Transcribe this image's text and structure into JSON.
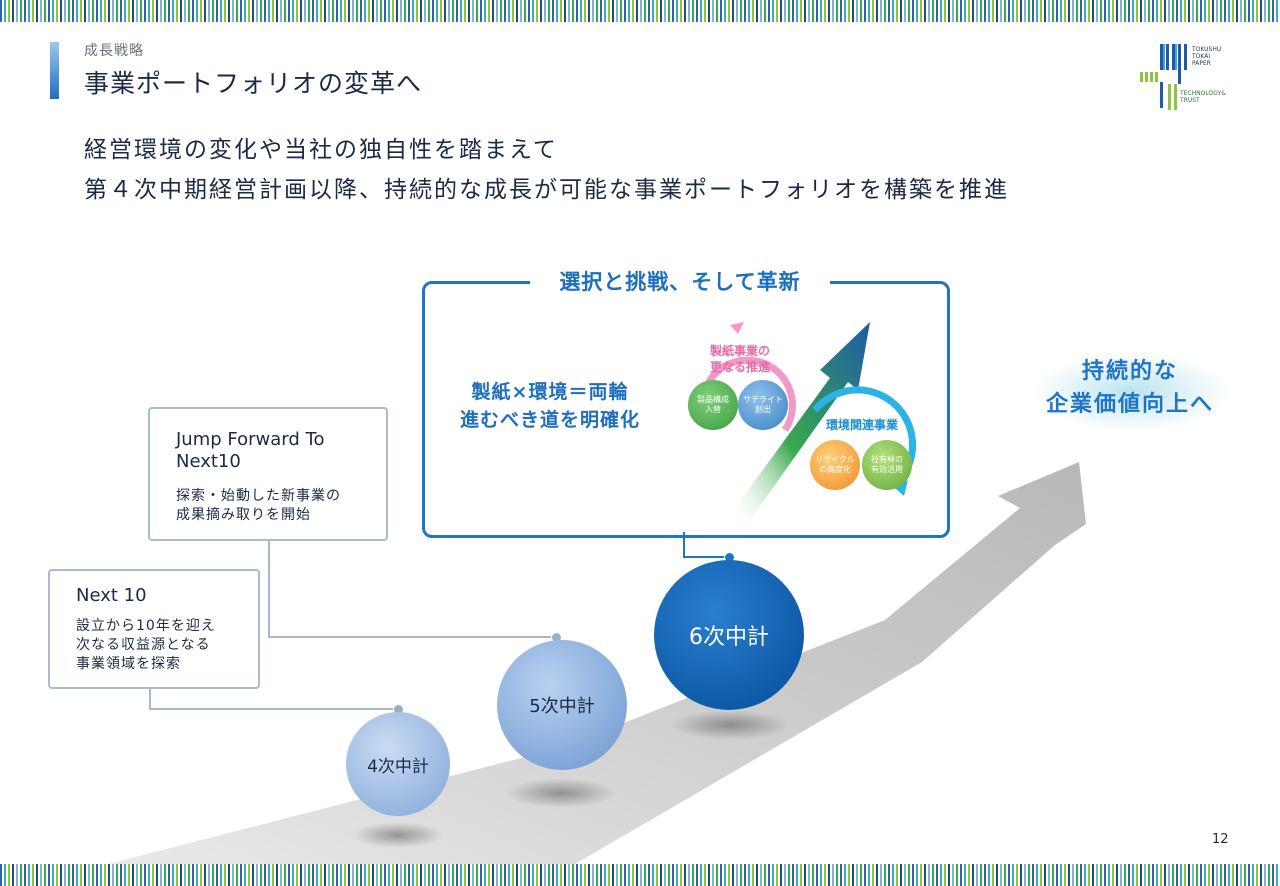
{
  "header": {
    "breadcrumb": "成長戦略",
    "title": "事業ポートフォリオの変革へ"
  },
  "logo": {
    "lines": [
      "TOKUSHU",
      "TOKAI",
      "PAPER"
    ],
    "tagline_1": "TECHNOLOGY&",
    "tagline_2": "TRUST"
  },
  "subtitle": {
    "line1": "経営環境の変化や当社の独自性を踏まえて",
    "line2": "第４次中期経営計画以降、持続的な成長が可能な事業ポートフォリオを構築を推進"
  },
  "plans": {
    "c4": "4次中計",
    "c5": "5次中計",
    "c6": "6次中計"
  },
  "box_next10": {
    "title": "Next 10",
    "desc": [
      "設立から10年を迎え",
      "次なる収益源となる",
      "事業領域を探索"
    ]
  },
  "box_jump": {
    "title_1": "Jump Forward To",
    "title_2": "Next10",
    "desc": [
      "探索・始動した新事業の",
      "成果摘み取りを開始"
    ]
  },
  "innovation": {
    "title": "選択と挑戦、そして革新",
    "desc_1": "製紙×環境＝両輪",
    "desc_2": "進むべき道を明確化",
    "paper_cycle": {
      "label_1": "製紙事業の",
      "label_2": "更なる推進",
      "item_a": [
        "製品構成",
        "入替"
      ],
      "item_b": [
        "サテライト",
        "創出"
      ]
    },
    "env_cycle": {
      "label": "環境関連事業",
      "item_a": [
        "リサイクル",
        "の高度化"
      ],
      "item_b": [
        "社有林の",
        "有効活用"
      ]
    }
  },
  "goal": {
    "line1": "持続的な",
    "line2": "企業価値向上へ"
  },
  "page_number": "12",
  "colors": {
    "accent_blue": "#1e74c8",
    "dark_blue": "#0b57a4",
    "paper_pink": "#f29ac6",
    "env_cyan": "#2bb3e6",
    "green": "#4fa84a",
    "orange": "#f5a03a"
  }
}
